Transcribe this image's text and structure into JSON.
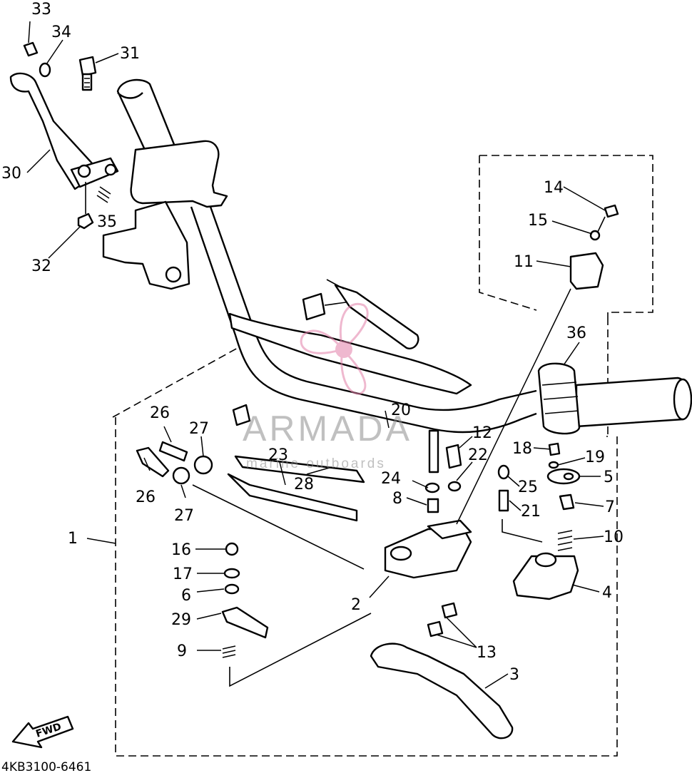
{
  "diagram": {
    "drawing_code": "4KB3100-6461",
    "fwd_label": "FWD",
    "watermark": {
      "brand": "ARMADA",
      "tagline": "marine outboards",
      "color": "#e27fa8"
    },
    "callouts": [
      {
        "id": "c1",
        "text": "1"
      },
      {
        "id": "c2",
        "text": "2"
      },
      {
        "id": "c3",
        "text": "3"
      },
      {
        "id": "c4",
        "text": "4"
      },
      {
        "id": "c5",
        "text": "5"
      },
      {
        "id": "c6",
        "text": "6"
      },
      {
        "id": "c7",
        "text": "7"
      },
      {
        "id": "c8",
        "text": "8"
      },
      {
        "id": "c9",
        "text": "9"
      },
      {
        "id": "c10",
        "text": "10"
      },
      {
        "id": "c11",
        "text": "11"
      },
      {
        "id": "c12",
        "text": "12"
      },
      {
        "id": "c13",
        "text": "13"
      },
      {
        "id": "c14",
        "text": "14"
      },
      {
        "id": "c15",
        "text": "15"
      },
      {
        "id": "c16",
        "text": "16"
      },
      {
        "id": "c17",
        "text": "17"
      },
      {
        "id": "c18",
        "text": "18"
      },
      {
        "id": "c19",
        "text": "19"
      },
      {
        "id": "c20",
        "text": "20"
      },
      {
        "id": "c21",
        "text": "21"
      },
      {
        "id": "c22",
        "text": "22"
      },
      {
        "id": "c23",
        "text": "23"
      },
      {
        "id": "c24",
        "text": "24"
      },
      {
        "id": "c25",
        "text": "25"
      },
      {
        "id": "c26a",
        "text": "26"
      },
      {
        "id": "c26b",
        "text": "26"
      },
      {
        "id": "c27a",
        "text": "27"
      },
      {
        "id": "c27b",
        "text": "27"
      },
      {
        "id": "c28",
        "text": "28"
      },
      {
        "id": "c29",
        "text": "29"
      },
      {
        "id": "c30",
        "text": "30"
      },
      {
        "id": "c31",
        "text": "31"
      },
      {
        "id": "c32",
        "text": "32"
      },
      {
        "id": "c33",
        "text": "33"
      },
      {
        "id": "c34",
        "text": "34"
      },
      {
        "id": "c35",
        "text": "35"
      },
      {
        "id": "c36",
        "text": "36"
      }
    ]
  }
}
